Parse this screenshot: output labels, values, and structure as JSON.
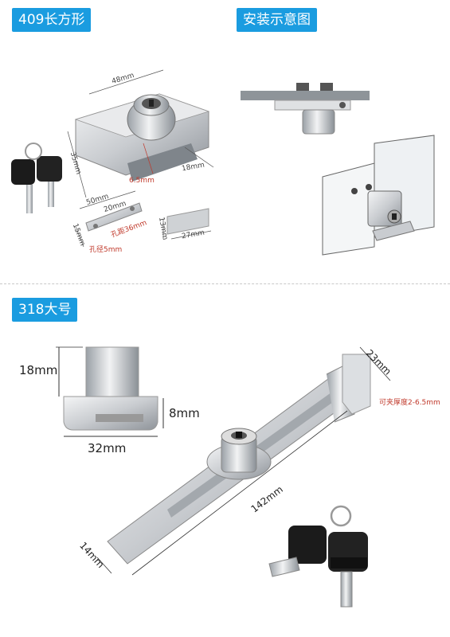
{
  "section1": {
    "title": "409长方形",
    "dims": {
      "d48": "48mm",
      "d35": "35mm",
      "d18": "18mm",
      "d6_5": "6.5mm",
      "d50": "50mm",
      "d20": "20mm",
      "d15": "15mm",
      "hole_spacing": "孔距36mm",
      "hole_dia": "孔径5mm",
      "d13": "13mm",
      "d27": "27mm"
    }
  },
  "section2": {
    "title": "安装示意图"
  },
  "section3": {
    "title": "318大号",
    "dims": {
      "d18": "18mm",
      "d8": "8mm",
      "d32": "32mm",
      "d23": "23mm",
      "clamp": "可夹厚度2-6.5mm",
      "d142": "142mm",
      "d14": "14mm"
    }
  },
  "colors": {
    "tag_bg": "#1a9ce0",
    "metal": "#c9ccd0",
    "key_black": "#1b1b1b"
  }
}
